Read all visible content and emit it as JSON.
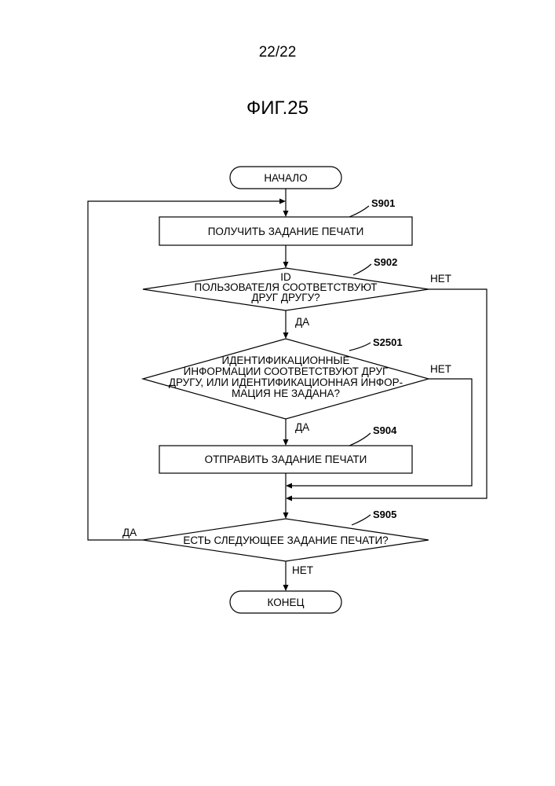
{
  "page": {
    "number": "22/22",
    "figure": "ФИГ.25"
  },
  "flowchart": {
    "start": "НАЧАЛО",
    "end": "КОНЕЦ",
    "s901": {
      "id": "S901",
      "label": "ПОЛУЧИТЬ ЗАДАНИЕ ПЕЧАТИ"
    },
    "s902": {
      "id": "S902",
      "lines": [
        "ID",
        "ПОЛЬЗОВАТЕЛЯ СООТВЕТСТВУЮТ",
        "ДРУГ ДРУГУ?"
      ]
    },
    "s2501": {
      "id": "S2501",
      "lines": [
        "ИДЕНТИФИКАЦИОННЫЕ",
        "ИНФОРМАЦИИ СООТВЕТСТВУЮТ ДРУГ",
        "ДРУГУ, ИЛИ ИДЕНТИФИКАЦИОННАЯ ИНФОР-",
        "МАЦИЯ НЕ ЗАДАНА?"
      ]
    },
    "s904": {
      "id": "S904",
      "label": "ОТПРАВИТЬ ЗАДАНИЕ ПЕЧАТИ"
    },
    "s905": {
      "id": "S905",
      "label": "ЕСТЬ СЛЕДУЮЩЕЕ ЗАДАНИЕ ПЕЧАТИ?"
    },
    "labels": {
      "yes": "ДА",
      "no": "НЕТ"
    }
  }
}
